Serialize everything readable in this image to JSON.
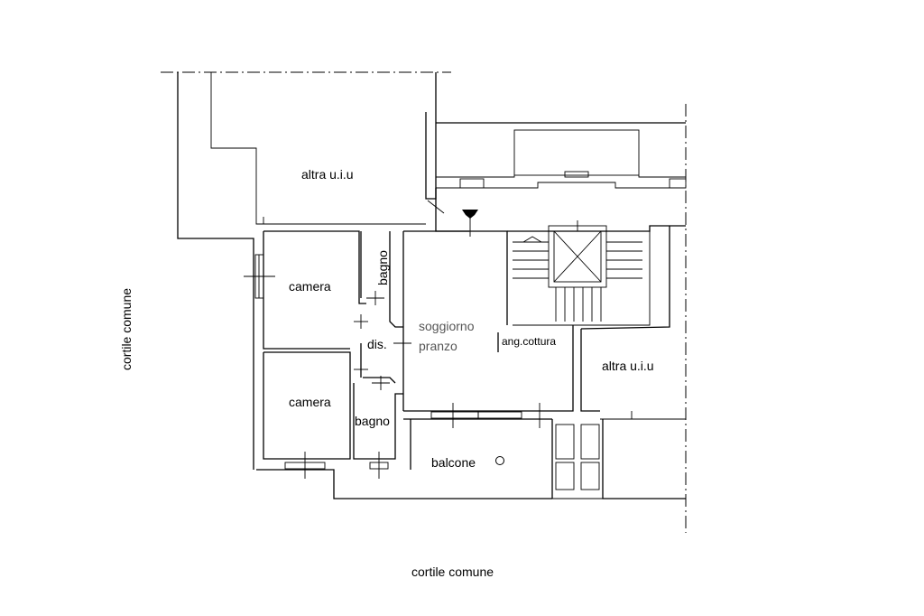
{
  "plan": {
    "rooms": {
      "altra_uiu_top": "altra u.i.u",
      "camera_1": "camera",
      "bagno_1": "bagno",
      "soggiorno_line1": "soggiorno",
      "soggiorno_line2": "pranzo",
      "dis": "dis.",
      "ang_cottura": "ang.cottura",
      "altra_uiu_right": "altra u.i.u",
      "camera_2": "camera",
      "bagno_2": "bagno",
      "balcone": "balcone"
    },
    "surroundings": {
      "cortile_left": "cortile  comune",
      "cortile_bottom": "cortile  comune"
    }
  }
}
